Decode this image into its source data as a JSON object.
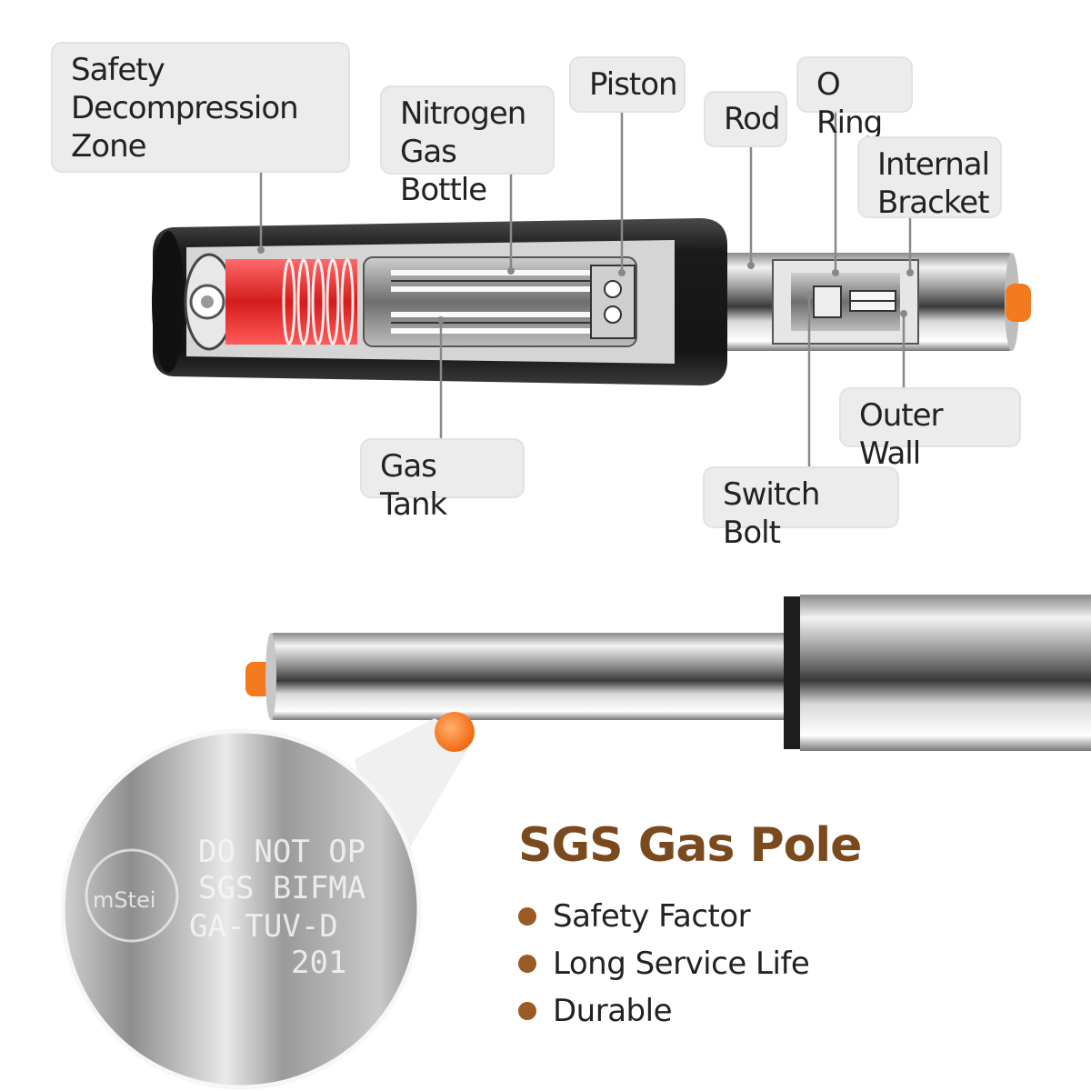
{
  "labels": {
    "safety_zone": "Safety\nDecompression\nZone",
    "nitrogen_bottle": "Nitrogen\nGas Bottle",
    "piston": "Piston",
    "rod": "Rod",
    "o_ring": "O Ring",
    "internal_bracket": "Internal\nBracket",
    "gas_tank": "Gas Tank",
    "outer_wall": "Outer Wall",
    "switch_bolt": "Switch Bolt"
  },
  "engraving": [
    "DO NOT OP",
    "SGS BIFMA",
    "GA-TUV-D",
    "201"
  ],
  "product": {
    "title": "SGS Gas Pole",
    "features": [
      "Safety Factor",
      "Long Service Life",
      "Durable"
    ]
  },
  "colors": {
    "accent": "#f47a20",
    "title": "#7a4a1e",
    "bullet": "#9a5a24",
    "compression_zone": "#e8292b",
    "cylinder": "#2a2a2a"
  }
}
